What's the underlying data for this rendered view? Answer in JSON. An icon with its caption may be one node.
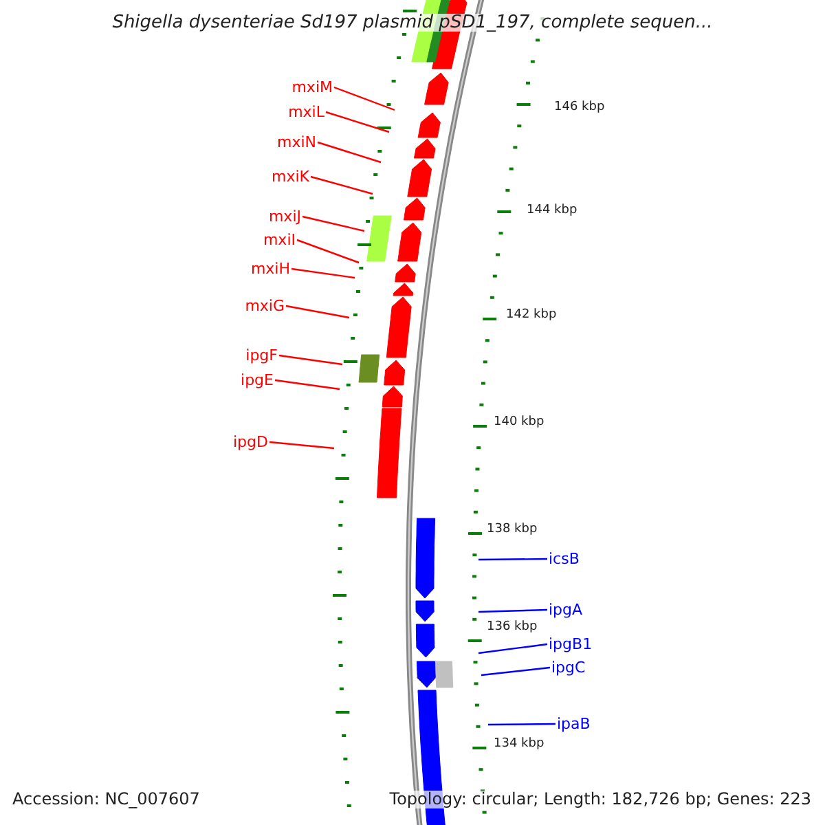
{
  "diagram": {
    "title": "Shigella dysenteriae Sd197 plasmid pSD1_197, complete sequen...",
    "nodes": [
      {
        "text": [
          "mxiM"
        ]
      },
      {
        "text": [
          "mxiL"
        ]
      },
      {
        "text": [
          "mxiN"
        ]
      },
      {
        "text": [
          "mxiK"
        ]
      },
      {
        "text": [
          "mxiJ"
        ]
      },
      {
        "text": [
          "mxiI"
        ]
      },
      {
        "text": [
          "mxiH"
        ]
      },
      {
        "text": [
          "mxiG"
        ]
      },
      {
        "text": [
          "ipgF"
        ]
      },
      {
        "text": [
          "ipgE"
        ]
      },
      {
        "text": [
          "ipgD"
        ]
      },
      {
        "text": [
          "icsB"
        ]
      },
      {
        "text": [
          "ipgA"
        ]
      },
      {
        "text": [
          "ipgB1"
        ]
      },
      {
        "text": [
          "ipgC"
        ]
      },
      {
        "text": [
          "ipaB"
        ]
      }
    ],
    "edges": [
      {
        "from": 0,
        "to": null,
        "arrow": "none"
      },
      {
        "from": 1,
        "to": null,
        "arrow": "none"
      },
      {
        "from": 2,
        "to": null,
        "arrow": "none"
      },
      {
        "from": 3,
        "to": null,
        "arrow": "none"
      },
      {
        "from": 4,
        "to": null,
        "arrow": "none"
      },
      {
        "from": 5,
        "to": null,
        "arrow": "none"
      },
      {
        "from": 6,
        "to": null,
        "arrow": "none"
      },
      {
        "from": 7,
        "to": null,
        "arrow": "none"
      },
      {
        "from": 8,
        "to": null,
        "arrow": "none"
      },
      {
        "from": 9,
        "to": null,
        "arrow": "none"
      },
      {
        "from": 10,
        "to": null,
        "arrow": "none"
      },
      {
        "from": 11,
        "to": null,
        "arrow": "none",
        "color": "#0000ff"
      },
      {
        "from": 12,
        "to": null,
        "arrow": "none",
        "color": "#0000ff"
      },
      {
        "from": 13,
        "to": null,
        "arrow": "none",
        "color": "#0000ff"
      },
      {
        "from": 14,
        "to": null,
        "arrow": "none",
        "color": "#0000ff"
      },
      {
        "from": 15,
        "to": null,
        "arrow": "none",
        "color": "#0000ff"
      }
    ],
    "labels": [
      "146 kbp",
      "144 kbp",
      "142 kbp",
      "140 kbp",
      "138 kbp",
      "136 kbp",
      "134 kbp",
      "Accession: NC_007607",
      "Topology: circular; Length: 182,726 bp; Genes: 223"
    ]
  }
}
